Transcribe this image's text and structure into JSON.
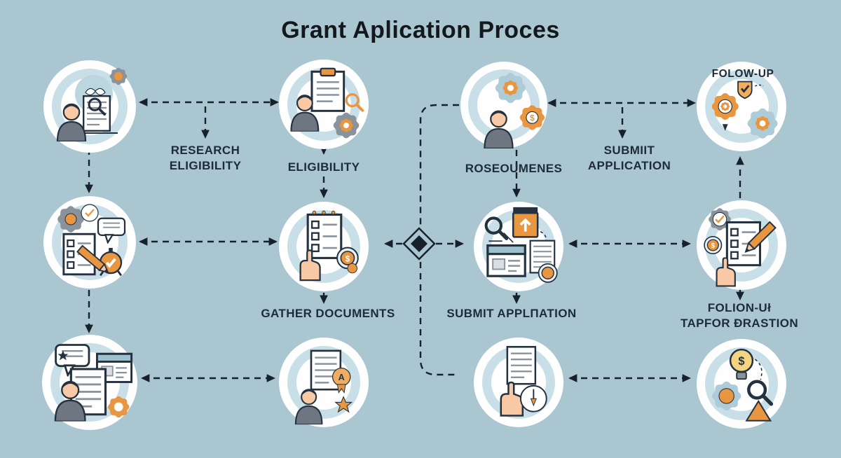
{
  "title": "Grant Aplication Proces",
  "labels": {
    "research_eligibility": "RESEARCH\nELIGIBILITY",
    "eligibility": "ELIGIBILITY",
    "roseoumenes": "ROSEOUMENES",
    "submiit_application": "SUBMIIT\nAPPLICATION",
    "folow_up": "FOLOW-UP",
    "gather_documents": "GATHER DOCUMENTS",
    "submit_applnation": "SUBMIT APPLПATION",
    "folion_ui": "FOLION-Uł\nTAPFOR ĐRASTION"
  },
  "glyphs": {
    "dollar": "$",
    "award": "A"
  },
  "nodes": [
    {
      "id": "research-eligibility",
      "icon": "person-document-magnifier-icon"
    },
    {
      "id": "eligibility",
      "icon": "person-clipboard-gear-magnifier-icon"
    },
    {
      "id": "process-gears",
      "icon": "person-gears-dollar-icon"
    },
    {
      "id": "follow-up",
      "icon": "gear-bulb-shield-check-gear-icon"
    },
    {
      "id": "review-terms",
      "icon": "gear-checklist-pencil-clock-speech-icon"
    },
    {
      "id": "gather-documents",
      "icon": "hand-notepad-dollar-coin-icon"
    },
    {
      "id": "submit-documents",
      "icon": "magnifier-calendar-browser-document-coin-icon"
    },
    {
      "id": "verify-checklist",
      "icon": "gear-check-coin-hand-checklist-pencil-icon"
    },
    {
      "id": "communication",
      "icon": "person-speech-bubble-documents-gear-icon"
    },
    {
      "id": "award",
      "icon": "person-document-award-star-icon"
    },
    {
      "id": "submit-final",
      "icon": "hand-document-dial-pen-icon"
    },
    {
      "id": "follow-up-tasks",
      "icon": "dollar-bulb-gear-magnifier-triangle-icon"
    }
  ],
  "colors": {
    "background": "#a9c6d1",
    "node_fill": "#fefefe",
    "node_ring": "#bfd9e3",
    "text": "#1e2b38",
    "accent_orange": "#e8963f",
    "outline_navy": "#243240",
    "connector": "#16212c"
  }
}
